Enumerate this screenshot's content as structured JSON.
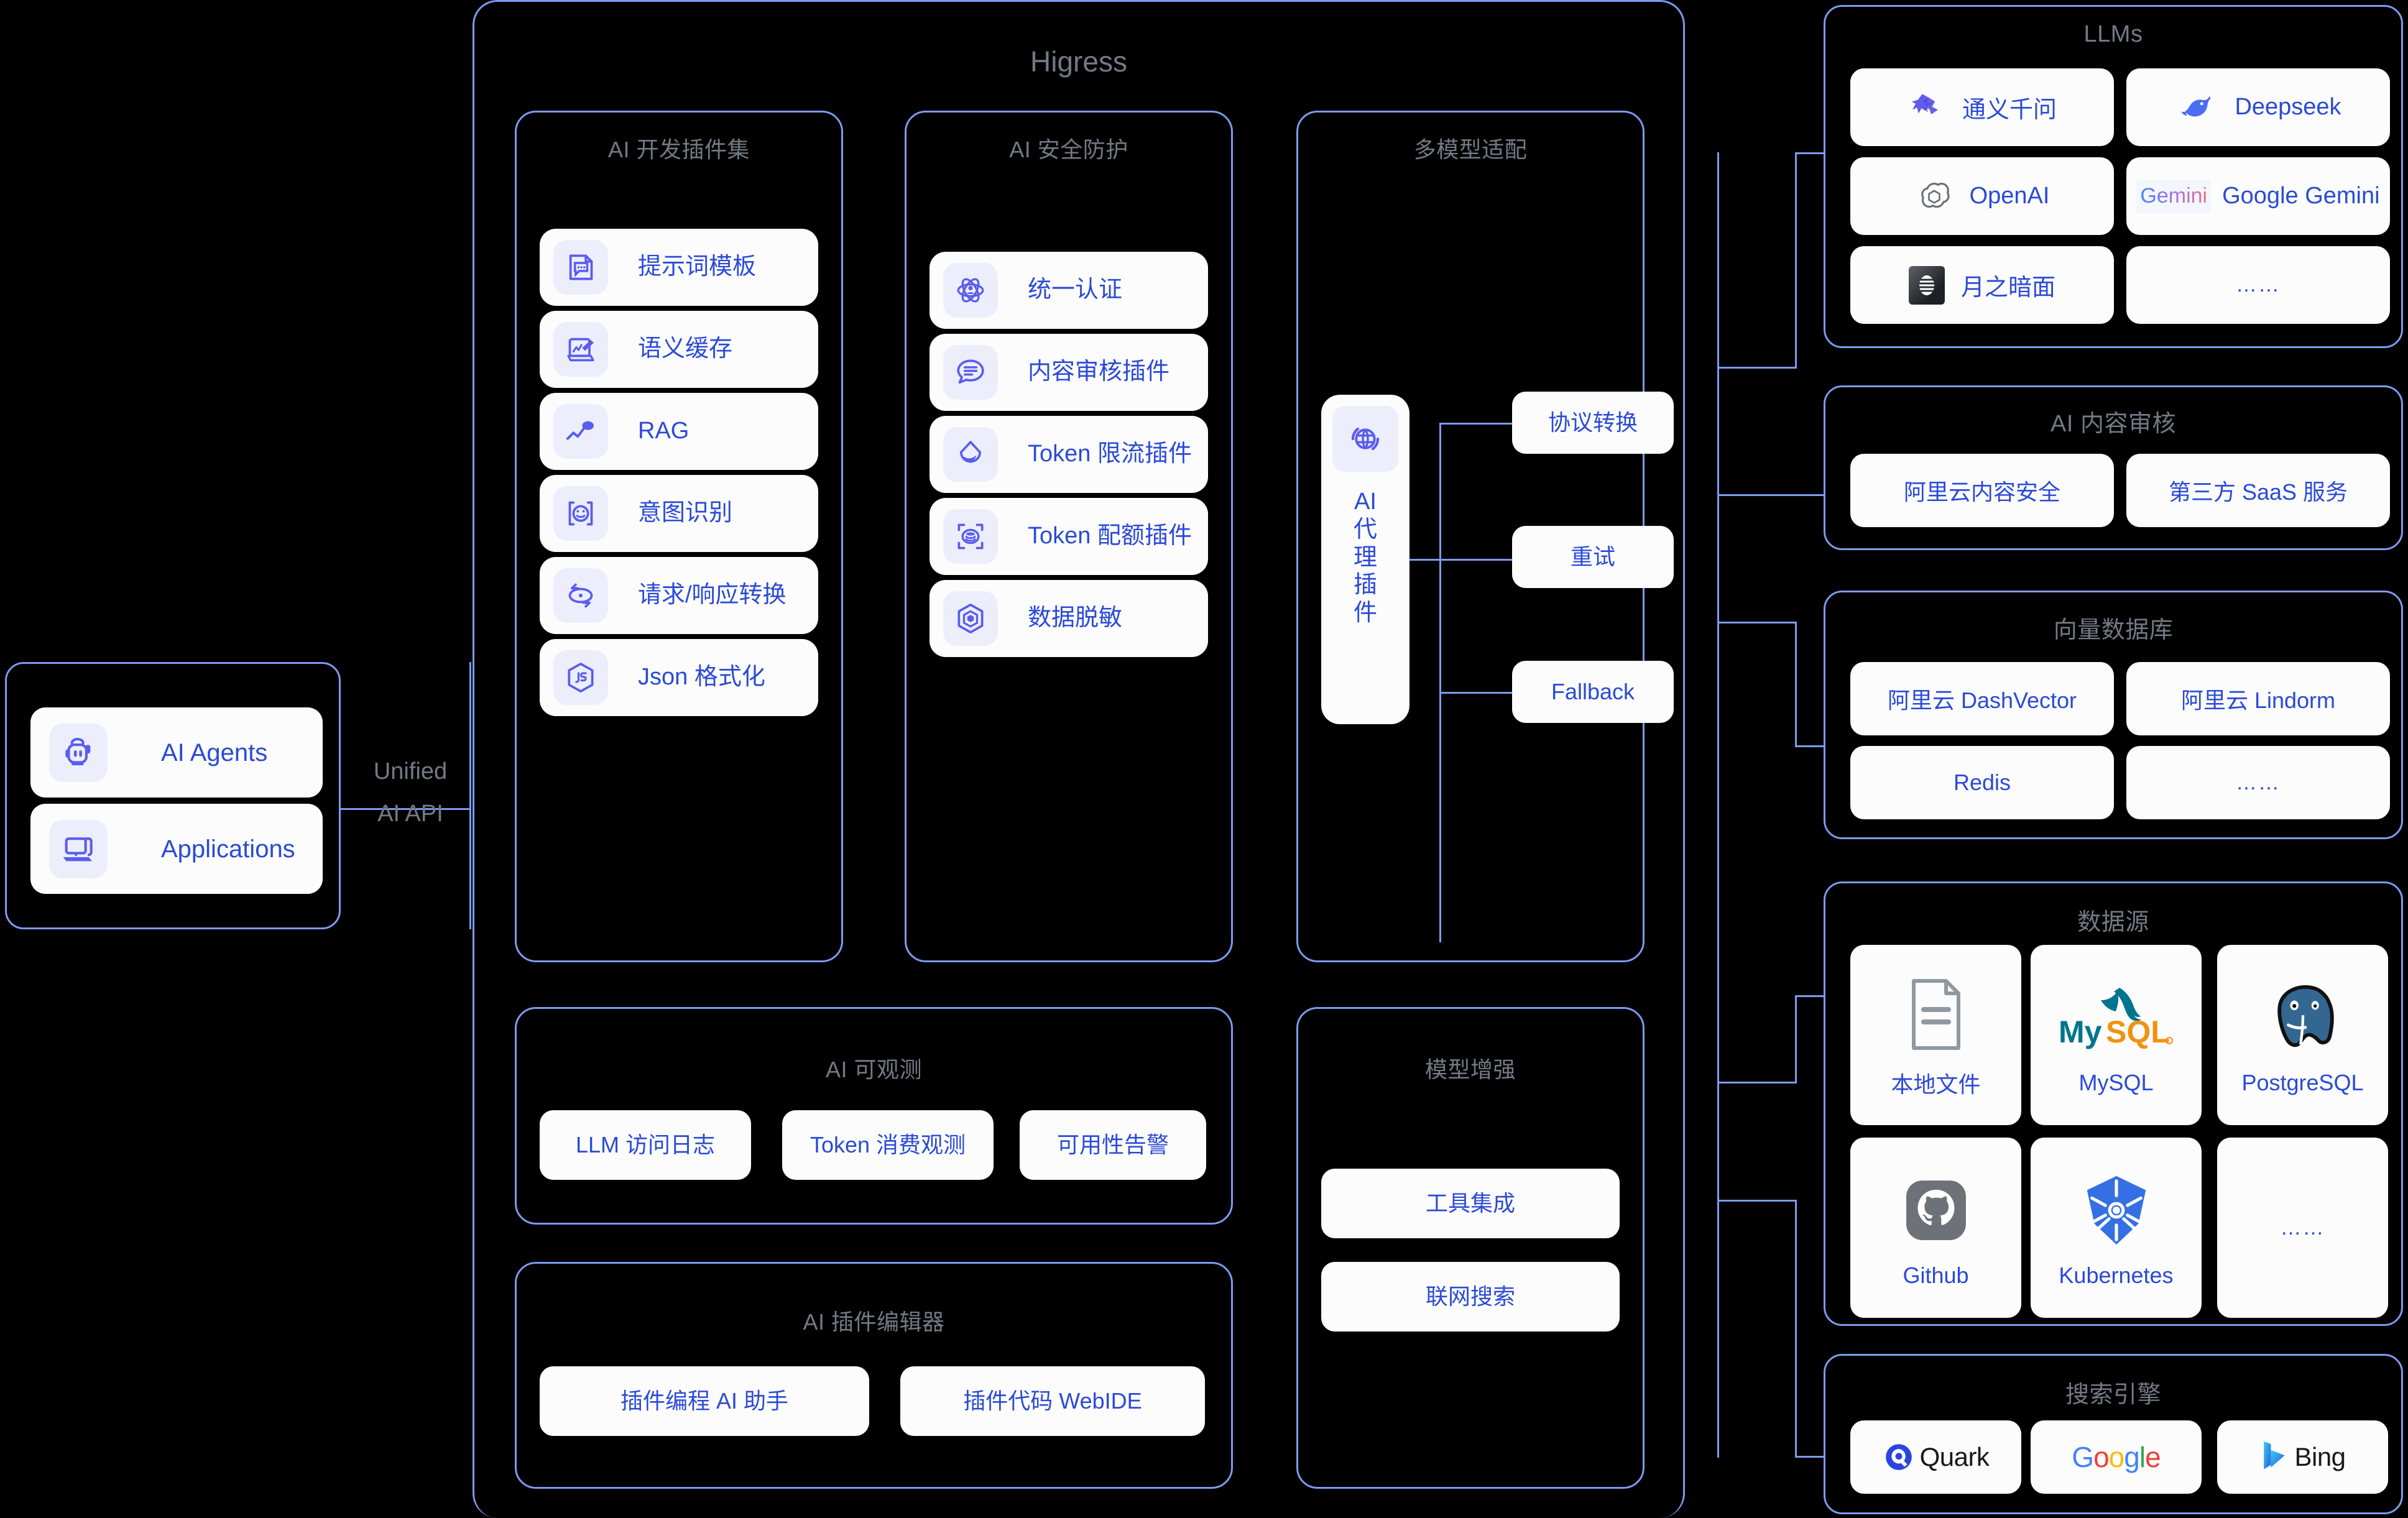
{
  "colors": {
    "background": "#000000",
    "panel_border": "#7d9bef",
    "chip_bg": "#fcfcfd",
    "chip_text": "#2b4ad6",
    "title_text": "#737a86",
    "icon_tile_bg": "#eceffb",
    "icon_purple": "#5b5cf0"
  },
  "left": {
    "clients": [
      {
        "label": "AI Agents",
        "icon": "robot-icon"
      },
      {
        "label": "Applications",
        "icon": "laptop-icon"
      }
    ],
    "api_label_line1": "Unified",
    "api_label_line2": "AI API"
  },
  "higress": {
    "title": "Higress",
    "sections": {
      "dev_plugins": {
        "title": "AI 开发插件集",
        "items": [
          {
            "label": "提示词模板",
            "icon": "prompt-template-icon"
          },
          {
            "label": "语义缓存",
            "icon": "semantic-cache-icon"
          },
          {
            "label": "RAG",
            "icon": "rag-trend-icon"
          },
          {
            "label": "意图识别",
            "icon": "intent-face-icon"
          },
          {
            "label": "请求/响应转换",
            "icon": "transform-icon"
          },
          {
            "label": "Json 格式化",
            "icon": "js-hex-icon"
          }
        ]
      },
      "security": {
        "title": "AI 安全防护",
        "items": [
          {
            "label": "统一认证",
            "icon": "atom-auth-icon"
          },
          {
            "label": "内容审核插件",
            "icon": "content-review-icon"
          },
          {
            "label": "Token 限流插件",
            "icon": "droplet-ratelimit-icon"
          },
          {
            "label": "Token 配额插件",
            "icon": "quota-scan-icon"
          },
          {
            "label": "数据脱敏",
            "icon": "cube-shield-icon"
          }
        ]
      },
      "multi_model": {
        "title": "多模型适配",
        "proxy": {
          "label": "AI 代理插件",
          "icon": "globe-proxy-icon"
        },
        "branches": [
          "协议转换",
          "重试",
          "Fallback"
        ]
      },
      "observability": {
        "title": "AI 可观测",
        "items": [
          "LLM 访问日志",
          "Token 消费观测",
          "可用性告警"
        ]
      },
      "plugin_editor": {
        "title": "AI 插件编辑器",
        "items": [
          "插件编程 AI 助手",
          "插件代码 WebIDE"
        ]
      },
      "model_enhance": {
        "title": "模型增强",
        "items": [
          "工具集成",
          "联网搜索"
        ]
      }
    }
  },
  "right": {
    "llms": {
      "title": "LLMs",
      "items": [
        {
          "label": "通义千问",
          "icon": "qwen-logo"
        },
        {
          "label": "Deepseek",
          "icon": "deepseek-whale-logo"
        },
        {
          "label": "OpenAI",
          "icon": "openai-logo"
        },
        {
          "label": "Google Gemini",
          "icon": "gemini-logo"
        },
        {
          "label": "月之暗面",
          "icon": "moonshot-logo"
        },
        {
          "label": "……",
          "icon": ""
        }
      ]
    },
    "content_review": {
      "title": "AI 内容审核",
      "items": [
        {
          "label": "阿里云内容安全",
          "icon": ""
        },
        {
          "label": "第三方 SaaS 服务",
          "icon": ""
        }
      ]
    },
    "vector_db": {
      "title": "向量数据库",
      "items": [
        {
          "label": "阿里云 DashVector",
          "icon": ""
        },
        {
          "label": "阿里云 Lindorm",
          "icon": ""
        },
        {
          "label": "Redis",
          "icon": ""
        },
        {
          "label": "……",
          "icon": ""
        }
      ]
    },
    "data_sources": {
      "title": "数据源",
      "items": [
        {
          "label": "本地文件",
          "icon": "file-icon"
        },
        {
          "label": "MySQL",
          "icon": "mysql-logo"
        },
        {
          "label": "PostgreSQL",
          "icon": "postgresql-logo"
        },
        {
          "label": "Github",
          "icon": "github-logo"
        },
        {
          "label": "Kubernetes",
          "icon": "kubernetes-logo"
        },
        {
          "label": "……",
          "icon": ""
        }
      ]
    },
    "search_engines": {
      "title": "搜索引擎",
      "items": [
        {
          "label": "Quark",
          "icon": "quark-logo"
        },
        {
          "label": "Google",
          "icon": "google-logo"
        },
        {
          "label": "Bing",
          "icon": "bing-logo"
        }
      ]
    }
  }
}
